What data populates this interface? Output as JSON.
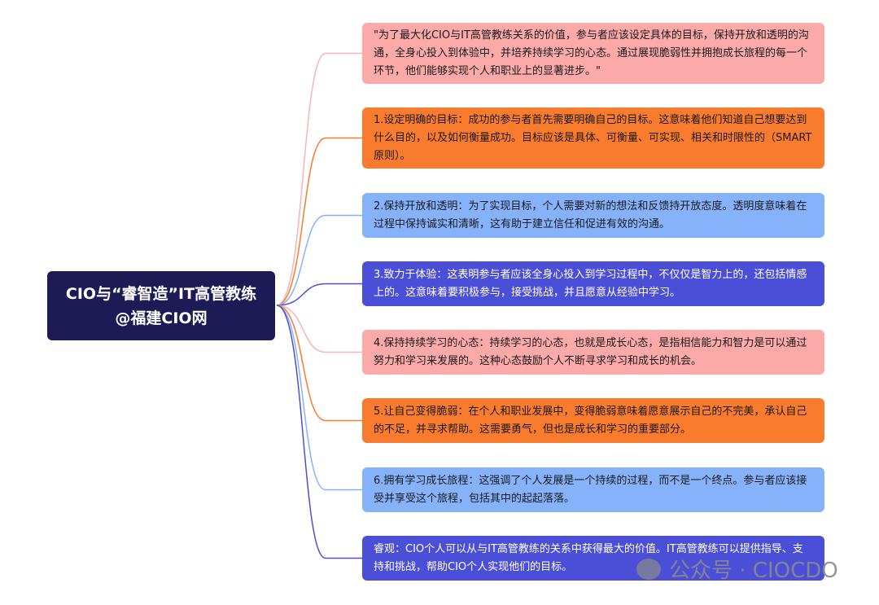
{
  "center": {
    "title": "CIO与“睿智造”IT高管教练@福建CIO网",
    "color": "#1d1b55"
  },
  "nodes": [
    {
      "text": "\"为了最大化CIO与IT高管教练关系的价值，参与者应该设定具体的目标，保持开放和透明的沟通，全身心投入到体验中，并培养持续学习的心态。通过展现脆弱性并拥抱成长旅程的每一个环节，他们能够实现个人和职业上的显著进步。\"",
      "color": "#fba9a9",
      "line": "#f7b4b4"
    },
    {
      "text": "1.设定明确的目标：成功的参与者首先需要明确自己的目标。这意味着他们知道自己想要达到什么目的，以及如何衡量成功。目标应该是具体、可衡量、可实现、相关和时限性的（SMART原则）。",
      "color": "#f97b2e",
      "line": "#f97b2e"
    },
    {
      "text": "2.保持开放和透明：为了实现目标，个人需要对新的想法和反馈持开放态度。透明度意味着在过程中保持诚实和清晰，这有助于建立信任和促进有效的沟通。",
      "color": "#86b1fb",
      "line": "#86b1fb"
    },
    {
      "text": "3.致力于体验：这表明参与者应该全身心投入到学习过程中，不仅仅是智力上的，还包括情感上的。这意味着要积极参与，接受挑战，并且愿意从经验中学习。",
      "color": "#4b4fd8",
      "line": "#4b4fd8",
      "light": true
    },
    {
      "text": "4.保持持续学习的心态：持续学习的心态，也就是成长心态，是指相信能力和智力是可以通过努力和学习来发展的。这种心态鼓励个人不断寻求学习和成长的机会。",
      "color": "#fba9a9",
      "line": "#f7b4b4"
    },
    {
      "text": "5.让自己变得脆弱：在个人和职业发展中，变得脆弱意味着愿意展示自己的不完美，承认自己的不足，并寻求帮助。这需要勇气，但也是成长和学习的重要部分。",
      "color": "#f97b2e",
      "line": "#f97b2e"
    },
    {
      "text": "6.拥有学习成长旅程：这强调了个人发展是一个持续的过程，而不是一个终点。参与者应该接受并享受这个旅程，包括其中的起起落落。",
      "color": "#86b1fb",
      "line": "#86b1fb"
    },
    {
      "text": "睿观：CIO个人可以从与IT高管教练的关系中获得最大的价值。IT高管教练可以提供指导、支持和挑战，帮助CIO个人实现他们的目标。",
      "color": "#4b4fd8",
      "line": "#4b4fd8",
      "light": true
    }
  ],
  "watermark": "公众号 · CIOCDO"
}
